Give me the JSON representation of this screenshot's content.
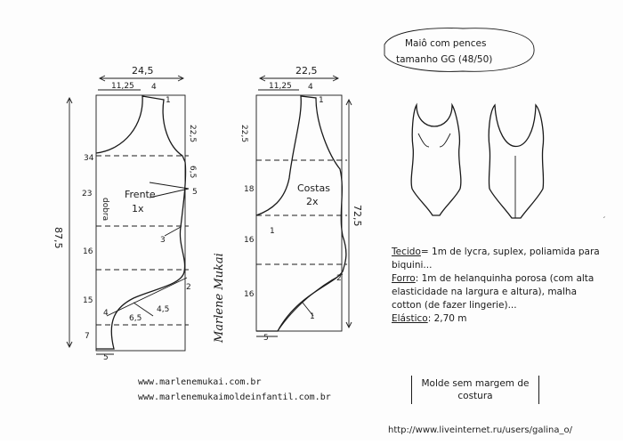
{
  "title": {
    "line1": "Maiô com pences",
    "line2": "tamanho GG (48/50)"
  },
  "front": {
    "name": "Frente",
    "qty": "1x",
    "width": "24,5",
    "neck_offset": "11,25",
    "strap": "4",
    "total_height": "87,5",
    "vertical_segments": [
      "34",
      "23",
      "16",
      "15",
      "7"
    ],
    "right_top": "22,5",
    "right_mid": "6,5",
    "center_word": "dobra",
    "labels": {
      "one_top": "1",
      "five": "5",
      "three": "3",
      "two": "2",
      "four": "4",
      "six_five": "6,5",
      "four_five": "4,5",
      "bottom_five": "5"
    }
  },
  "back": {
    "name": "Costas",
    "qty": "2x",
    "width": "22,5",
    "neck_offset": "11,25",
    "strap": "4",
    "left_top": "22,5",
    "right_height": "72,5",
    "vertical_segments": [
      "18",
      "16",
      "16"
    ],
    "labels": {
      "one_top": "1",
      "one_mid": "1",
      "two": "2",
      "one_low": "1",
      "bottom_five": "5"
    }
  },
  "signature": "Marlene Mukai",
  "materials": {
    "tecido_label": "Tecido",
    "tecido_text": "= 1m  de lycra, suplex, poliamida para biquini...",
    "forro_label": "Forro",
    "forro_text": ": 1m  de helanquinha porosa (com alta elasticidade na largura e altura), malha cotton (de fazer lingerie)...",
    "elastico_label": "Elástico",
    "elastico_text": ": 2,70 m"
  },
  "box_note": "Molde sem margem de costura",
  "urls": [
    "www.marlenemukai.com.br",
    "www.marlenemukaimoldeinfantil.com.br"
  ],
  "watermark": "http://www.liveinternet.ru/users/galina_o/"
}
